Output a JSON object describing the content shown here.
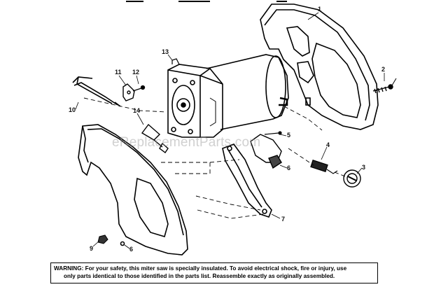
{
  "diagram": {
    "callouts": {
      "c1": "1",
      "c2": "2",
      "c3": "3",
      "c4": "4",
      "c5": "5",
      "c6a": "6",
      "c6b": "6",
      "c7": "7",
      "c9": "9",
      "c10": "10",
      "c11": "11",
      "c12": "12",
      "c13": "13",
      "c14": "14"
    },
    "watermark": "eReplacementParts.com"
  },
  "warning": {
    "label": "WARNING:",
    "line1": " For your safety, this miter saw is specially insulated. To avoid electrical shock, fire or injury, use",
    "line2": "only parts identical to those identified in the parts list. Reassemble exactly as originally assembled."
  }
}
